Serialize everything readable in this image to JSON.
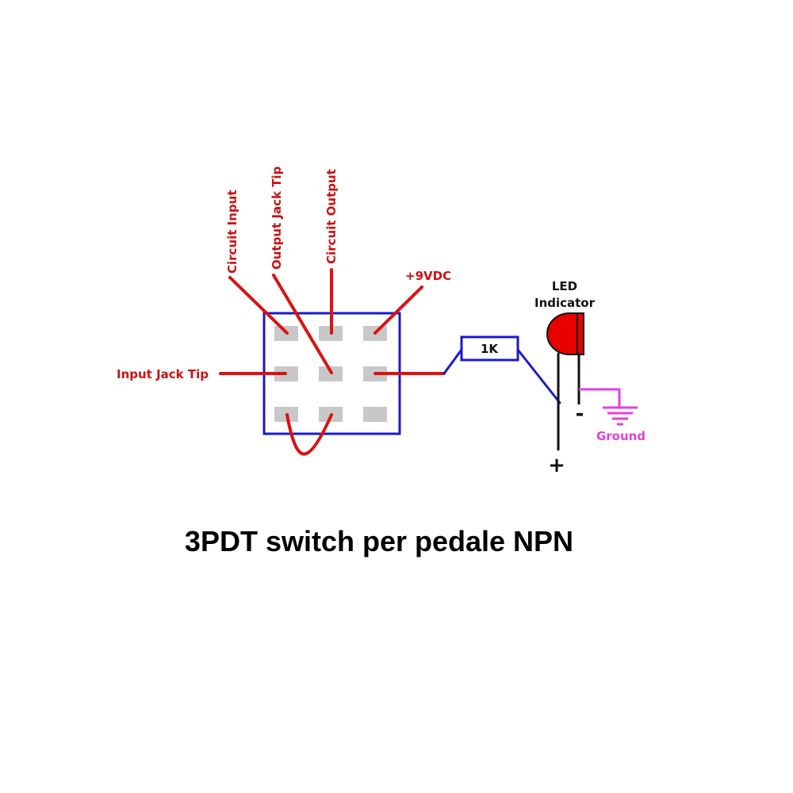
{
  "labels": {
    "circuit_input": "Circuit Input",
    "output_jack_tip": "Output Jack Tip",
    "circuit_output": "Circuit Output",
    "plus_9vdc": "+9VDC",
    "input_jack_tip": "Input Jack Tip",
    "resistor": "1K",
    "led_line1": "LED",
    "led_line2": "Indicator",
    "ground": "Ground",
    "plus_sign": "+",
    "minus_sign": "-"
  },
  "caption": "3PDT switch per pedale NPN",
  "colors": {
    "wire_red": "#dd1111",
    "wire_blue": "#1a1acc",
    "switch_outline": "#1a1acc",
    "lug_gray": "#c8c8c8",
    "led_red": "#e80000",
    "lead_black": "#111111",
    "ground_pink": "#e040e0"
  },
  "icons": {
    "led": "led-icon",
    "ground": "ground-symbol-icon",
    "resistor": "resistor-icon",
    "switch": "3pdt-switch-icon"
  }
}
